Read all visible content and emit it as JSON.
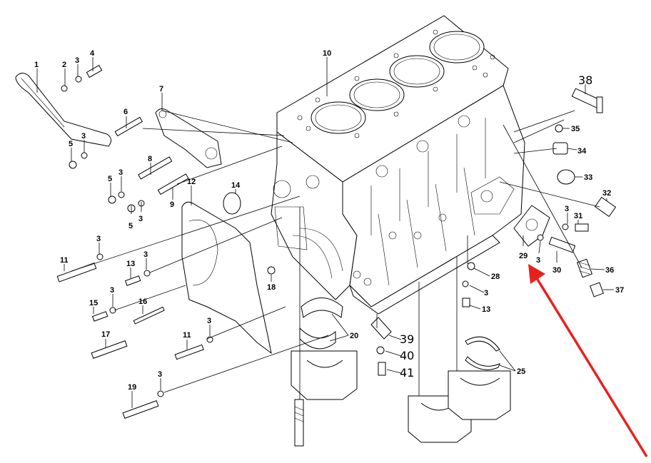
{
  "diagram": {
    "labels": {
      "p1": "1",
      "p2": "2",
      "p3a": "3",
      "p4": "4",
      "p3b": "3",
      "p5a": "5",
      "p6": "6",
      "p7": "7",
      "p8": "8",
      "p5b": "5",
      "p3c": "3",
      "p9": "9",
      "p5c": "5",
      "p3d": "3",
      "p12": "12",
      "p14": "14",
      "p10": "10",
      "p3e": "3",
      "p11a": "11",
      "p13a": "13",
      "p3f": "3",
      "p15": "15",
      "p3g": "3",
      "p16": "16",
      "p18": "18",
      "p17": "17",
      "p3h": "3",
      "p11b": "11",
      "p3i": "3",
      "p19": "19",
      "p20": "20",
      "p38": "38",
      "p35": "35",
      "p34": "34",
      "p33": "33",
      "p32": "32",
      "p3j": "3",
      "p31": "31",
      "p29": "29",
      "p3k": "3",
      "p30": "30",
      "p36": "36",
      "p37": "37",
      "p28": "28",
      "p3l": "3",
      "p13b": "13",
      "p39": "39",
      "p40": "40",
      "p41": "41",
      "p25": "25"
    },
    "arrow_color": "#e8211d"
  }
}
